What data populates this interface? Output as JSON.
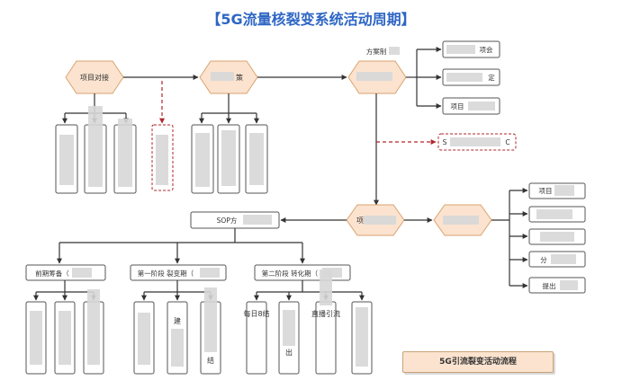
{
  "title": "【5G流量核裂变系统活动周期】",
  "nodes": {
    "project_intake": "项目对接",
    "strategy": "策",
    "plan_label": "方案制",
    "sop": "SOP方",
    "project_b": "项",
    "sub_s": "S",
    "sub_c": "C",
    "right_items": [
      "项会",
      "定",
      "项目",
      "",
      ""
    ],
    "right2_items": [
      "项目",
      "",
      "",
      "分",
      "提出"
    ]
  },
  "phases": {
    "prep": "前期筹备（",
    "stage1": "第一阶段 裂变期（",
    "stage2": "第二阶段 转化期（"
  },
  "stage2_columns": [
    {
      "text": "每日8结"
    },
    {
      "text": "出"
    },
    {
      "text": "直播引流"
    }
  ],
  "stage1_columns": [
    {
      "text": ""
    },
    {
      "text": "建"
    },
    {
      "text": "结"
    }
  ],
  "footer_label": "5G引流裂变活动流程",
  "colors": {
    "line": "#333333",
    "dashed": "#b0262b",
    "hex_fill": "#fbe3cf",
    "hex_border": "#d9a36f",
    "title": "#2e66c4"
  }
}
